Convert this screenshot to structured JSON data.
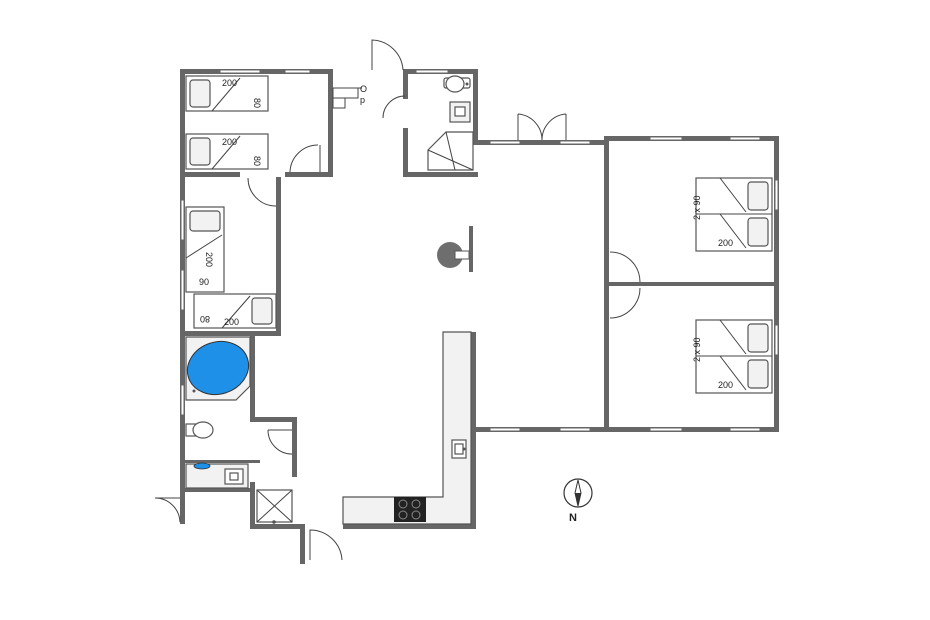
{
  "labels": {
    "bed_tl1_len": "200",
    "bed_tl1_wid": "80",
    "bed_tl2_len": "200",
    "bed_tl2_wid": "80",
    "bed_ml1_len": "200",
    "bed_ml1_wid": "90",
    "bed_ml2_len": "200",
    "bed_ml2_wid": "80",
    "bed_r1_dims": "2 x 90",
    "bed_r1_len": "200",
    "bed_r2_dims": "2 x 90",
    "bed_r2_len": "200",
    "stairs_up": "O",
    "stairs_p": "p",
    "compass_n": "N"
  },
  "colors": {
    "wall": "#666666",
    "bathtub": "#1e90e8",
    "stove": "#222222",
    "fireplace": "#6e6e6e"
  }
}
